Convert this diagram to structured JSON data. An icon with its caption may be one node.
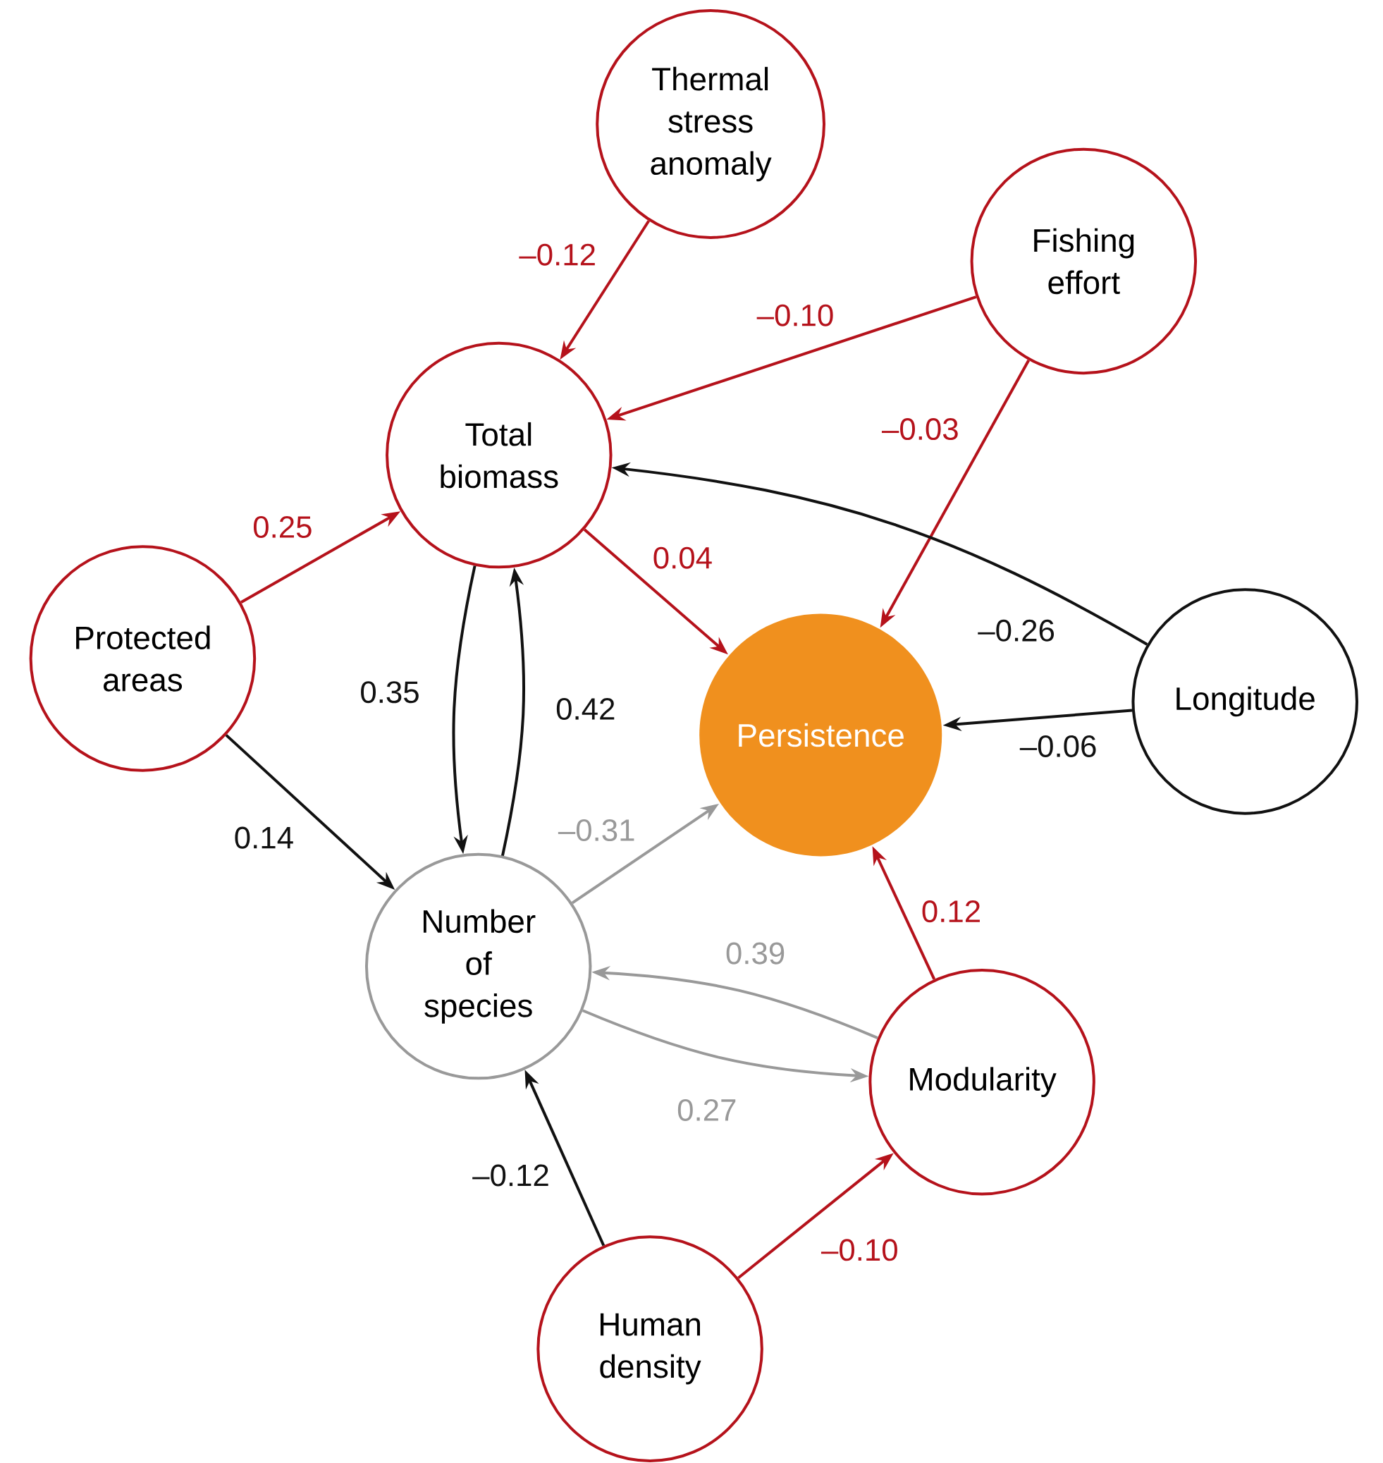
{
  "diagram": {
    "nodes": [
      {
        "text": [
          "Thermal stress anomaly"
        ]
      },
      {
        "text": [
          "Fishing effort"
        ]
      },
      {
        "text": [
          "Total biomass"
        ]
      },
      {
        "text": [
          "Protected areas"
        ]
      },
      {
        "text": [
          "Persistence"
        ]
      },
      {
        "text": [
          "Longitude"
        ]
      },
      {
        "text": [
          "Number of species"
        ]
      },
      {
        "text": [
          "Modularity"
        ]
      },
      {
        "text": [
          "Human density"
        ]
      }
    ],
    "edges": [
      {
        "from": 0,
        "to": 2,
        "arrow": "to",
        "label": "–0.12"
      },
      {
        "from": 1,
        "to": 2,
        "arrow": "to",
        "label": "–0.10"
      },
      {
        "from": 1,
        "to": 4,
        "arrow": "to",
        "label": "–0.03"
      },
      {
        "from": 5,
        "to": 2,
        "arrow": "to",
        "label": "–0.26",
        "color": "#111111"
      },
      {
        "from": 3,
        "to": 2,
        "arrow": "to",
        "label": "0.25"
      },
      {
        "from": 2,
        "to": 4,
        "arrow": "to",
        "label": "0.04"
      },
      {
        "from": 2,
        "to": 6,
        "arrow": "to",
        "label": "0.35",
        "color": "#111111"
      },
      {
        "from": 6,
        "to": 2,
        "arrow": "to",
        "label": "0.42",
        "color": "#111111"
      },
      {
        "from": 3,
        "to": 6,
        "arrow": "to",
        "label": "0.14",
        "color": "#111111"
      },
      {
        "from": 5,
        "to": 4,
        "arrow": "to",
        "label": "–0.06",
        "color": "#111111"
      },
      {
        "from": 6,
        "to": 4,
        "arrow": "to",
        "label": "–0.31",
        "color": "#999999"
      },
      {
        "from": 7,
        "to": 6,
        "arrow": "to",
        "label": "0.39",
        "color": "#999999"
      },
      {
        "from": 6,
        "to": 7,
        "arrow": "to",
        "label": "0.27",
        "color": "#999999"
      },
      {
        "from": 7,
        "to": 4,
        "arrow": "to",
        "label": "0.12"
      },
      {
        "from": 8,
        "to": 6,
        "arrow": "to",
        "label": "–0.12",
        "color": "#111111"
      },
      {
        "from": 8,
        "to": 7,
        "arrow": "to",
        "label": "–0.10"
      }
    ]
  }
}
